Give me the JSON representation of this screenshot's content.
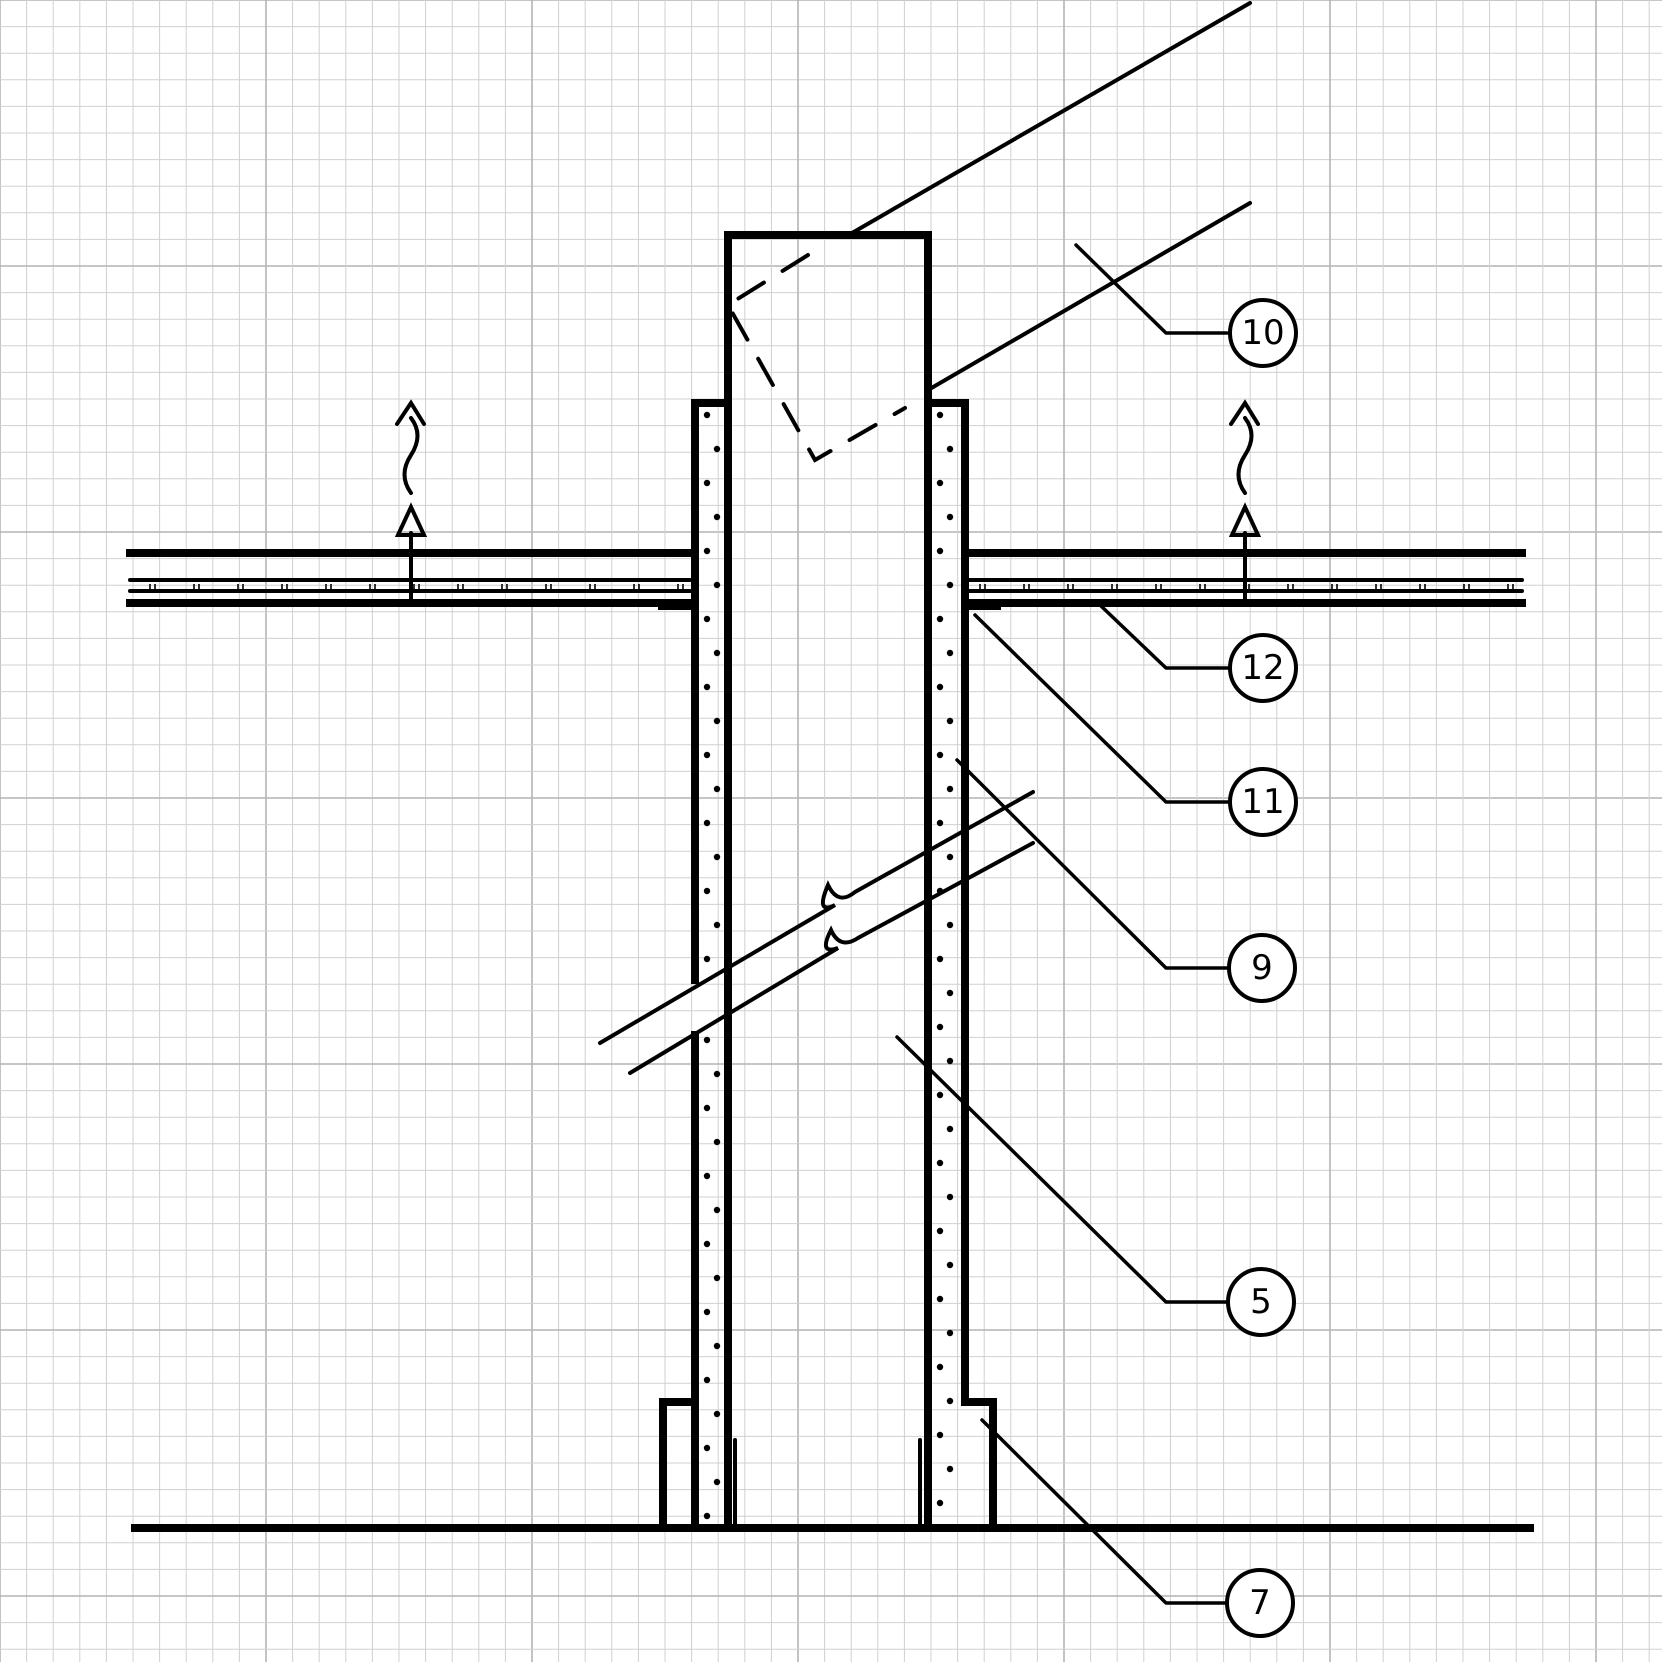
{
  "colors": {
    "background": "#ffffff",
    "grid_minor": "#d0d0d0",
    "grid_major": "#b4b4b4",
    "ink": "#000000"
  },
  "callouts": [
    {
      "id": "callout-10",
      "label": "10"
    },
    {
      "id": "callout-12",
      "label": "12"
    },
    {
      "id": "callout-11",
      "label": "11"
    },
    {
      "id": "callout-9",
      "label": "9"
    },
    {
      "id": "callout-5",
      "label": "5"
    },
    {
      "id": "callout-7",
      "label": "7"
    }
  ]
}
